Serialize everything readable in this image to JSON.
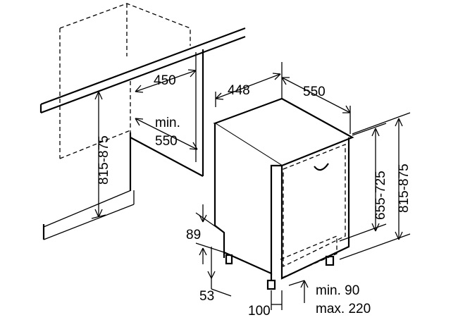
{
  "dimensions": {
    "cabinet_width": "450",
    "cabinet_depth_line1": "min.",
    "cabinet_depth_line2": "550",
    "worktop_height_left": "815-875",
    "appliance_width": "448",
    "appliance_depth": "550",
    "appliance_body_height": "655-725",
    "appliance_total_height": "815-875",
    "plinth_height": "89",
    "foot_offset": "53",
    "plinth_setback": "100",
    "toe_kick_min": "min. 90",
    "toe_kick_max": "max. 220"
  }
}
